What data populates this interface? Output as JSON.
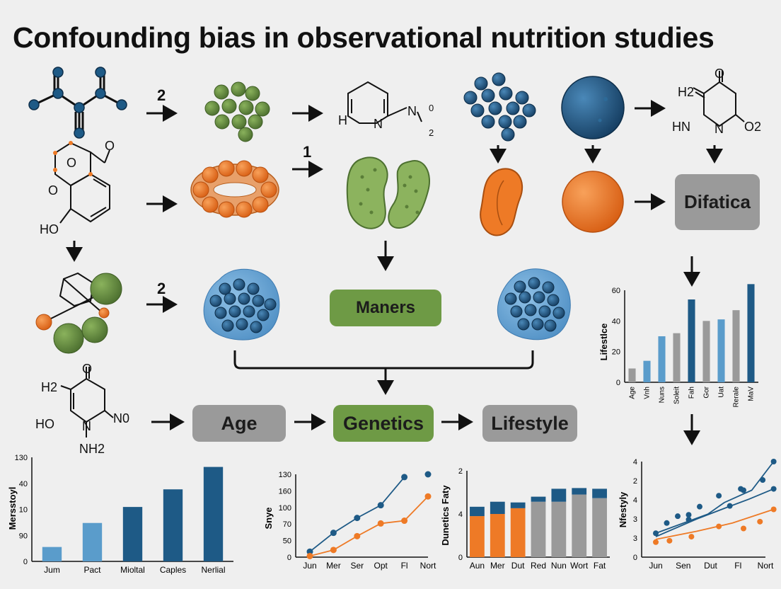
{
  "title": "Confounding bias in observational nutrition studies",
  "diagram": {
    "step_labels": [
      "2",
      "1",
      "2"
    ],
    "boxes": {
      "maners": "Maners",
      "difatica": "Difatica",
      "age": "Age",
      "genetics": "Genetics",
      "lifestyle": "Lifestyle"
    },
    "molecule_labels": {
      "pyridine": [
        "H",
        "N",
        "N",
        "0",
        "2"
      ],
      "top_right": [
        "H2",
        "O",
        "HN",
        "N",
        "O2"
      ],
      "hydroxy": [
        "O",
        "O",
        "O",
        "HO"
      ],
      "bottom_left": [
        "H2",
        "O",
        "HO",
        "N",
        "N0",
        "NH2"
      ]
    },
    "colors": {
      "blue": "#1e5a86",
      "light_blue": "#5a9ccb",
      "green": "#6e9a45",
      "orange": "#ee7a26",
      "gray": "#9a9a9a"
    }
  },
  "chart_data": [
    {
      "type": "bar",
      "position": "right",
      "ylabel": "Lifestlce",
      "yticks": [
        "0",
        "20",
        "40",
        "60"
      ],
      "ylim": [
        0,
        60
      ],
      "categories": [
        "Age",
        "Vnh",
        "Nuns",
        "Soleit",
        "Fah",
        "Gor",
        "Uat",
        "Rerale",
        "MaV"
      ],
      "values": [
        9,
        14,
        30,
        32,
        54,
        40,
        41,
        47,
        64
      ],
      "bar_colors": [
        "#9a9a9a",
        "#5a9ccb",
        "#5a9ccb",
        "#9a9a9a",
        "#1e5a86",
        "#9a9a9a",
        "#5a9ccb",
        "#9a9a9a",
        "#1e5a86"
      ]
    },
    {
      "type": "bar",
      "position": "bottom-left",
      "ylabel": "Mersstoyl",
      "yticks": [
        "0",
        "90",
        "10",
        "40",
        "130"
      ],
      "categories": [
        "Jum",
        "Pact",
        "Mioltal",
        "Caples",
        "Nerlial"
      ],
      "values": [
        18,
        48,
        68,
        90,
        118
      ],
      "ylim": [
        0,
        130
      ],
      "bar_colors": [
        "#5a9ccb",
        "#5a9ccb",
        "#1e5a86",
        "#1e5a86",
        "#1e5a86"
      ]
    },
    {
      "type": "line",
      "position": "bottom-center-left",
      "ylabel": "Snye",
      "yticks": [
        "0",
        "50",
        "70",
        "100",
        "160",
        "130"
      ],
      "x": [
        "Jun",
        "Mer",
        "Ser",
        "Opt",
        "Fl",
        "Nort"
      ],
      "ylim": [
        0,
        150
      ],
      "series": [
        {
          "color": "#1e5a86",
          "values": [
            10,
            44,
            71,
            94,
            145,
            150
          ],
          "lines": [
            [
              0,
              4
            ]
          ]
        },
        {
          "color": "#ee7a26",
          "values": [
            2,
            13,
            38,
            61,
            66,
            110
          ],
          "lines": [
            [
              0,
              5
            ]
          ]
        }
      ]
    },
    {
      "type": "bar",
      "position": "bottom-center-right",
      "ylabel": "Dunetics Faty",
      "yticks": [
        "0",
        "4",
        "2"
      ],
      "categories": [
        "Aun",
        "Mer",
        "Dut",
        "Red",
        "Nun",
        "Wort",
        "Fat"
      ],
      "ylim": [
        0,
        120
      ],
      "stacked": [
        {
          "bottom": 57,
          "bottom_color": "#ee7a26",
          "top": 13,
          "top_color": "#1e5a86"
        },
        {
          "bottom": 60,
          "bottom_color": "#ee7a26",
          "top": 17,
          "top_color": "#1e5a86"
        },
        {
          "bottom": 68,
          "bottom_color": "#ee7a26",
          "top": 8,
          "top_color": "#1e5a86"
        },
        {
          "bottom": 77,
          "bottom_color": "#9a9a9a",
          "top": 7,
          "top_color": "#1e5a86"
        },
        {
          "bottom": 77,
          "bottom_color": "#9a9a9a",
          "top": 18,
          "top_color": "#1e5a86"
        },
        {
          "bottom": 87,
          "bottom_color": "#9a9a9a",
          "top": 9,
          "top_color": "#1e5a86"
        },
        {
          "bottom": 82,
          "bottom_color": "#9a9a9a",
          "top": 13,
          "top_color": "#1e5a86"
        }
      ]
    },
    {
      "type": "scatter",
      "position": "bottom-right",
      "ylabel": "Nfestyly",
      "yticks": [
        "0",
        "3",
        "3",
        "4",
        "2",
        "4"
      ],
      "x": [
        "Jun",
        "Sen",
        "Dut",
        "Fl",
        "Nort"
      ],
      "ylim": [
        0,
        140
      ],
      "series": [
        {
          "color": "#1e5a86",
          "points": [
            [
              0,
              35
            ],
            [
              0.4,
              50
            ],
            [
              0.8,
              60
            ],
            [
              1.2,
              55
            ],
            [
              1.6,
              74
            ],
            [
              2.3,
              90
            ],
            [
              2.7,
              75
            ],
            [
              3.2,
              98
            ],
            [
              3.9,
              113
            ],
            [
              4.3,
              140
            ]
          ],
          "fit": [
            [
              0,
              35
            ],
            [
              1.9,
              63
            ],
            [
              2.5,
              80
            ],
            [
              3.5,
              98
            ],
            [
              4.3,
              140
            ]
          ]
        },
        {
          "color": "#1e5a86",
          "points": [
            [
              1.2,
              62
            ],
            [
              3.1,
              100
            ],
            [
              4.3,
              100
            ]
          ],
          "fit": [
            [
              0,
              30
            ],
            [
              1.5,
              56
            ],
            [
              2.6,
              73
            ],
            [
              3.4,
              85
            ],
            [
              4.3,
              100
            ]
          ]
        },
        {
          "color": "#ee7a26",
          "points": [
            [
              0,
              22
            ],
            [
              0.5,
              24
            ],
            [
              1.3,
              30
            ],
            [
              2.3,
              45
            ],
            [
              3.2,
              42
            ],
            [
              3.8,
              52
            ],
            [
              4.3,
              70
            ]
          ],
          "fit": [
            [
              0,
              26
            ],
            [
              1.5,
              38
            ],
            [
              2.8,
              50
            ],
            [
              4.3,
              70
            ]
          ]
        }
      ]
    }
  ]
}
